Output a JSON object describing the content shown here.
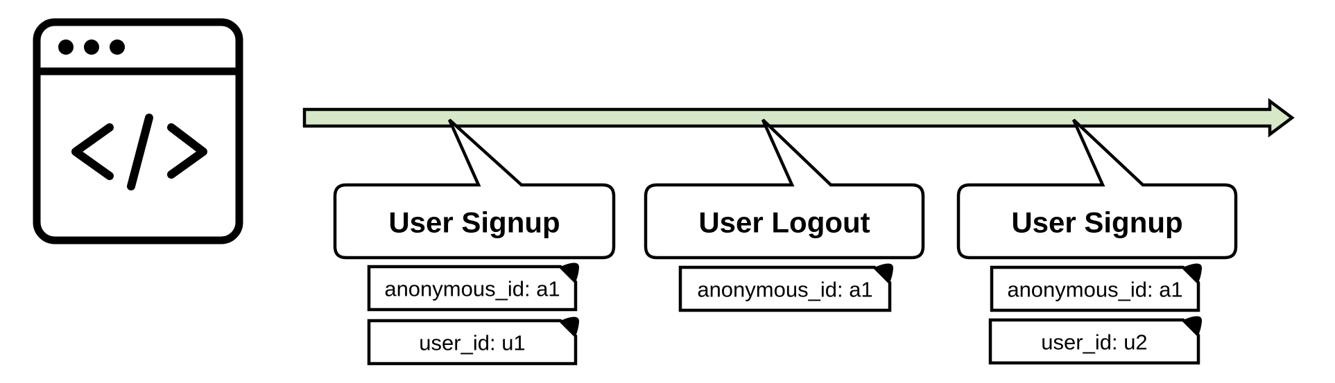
{
  "colors": {
    "timeline_fill": "#d6e8c7",
    "highlight_fill": "#f6b9a9",
    "shape_fill": "#ffffff",
    "stroke": "#000000"
  },
  "icons": {
    "browser_window": "code-browser-window-icon"
  },
  "timeline": {
    "shape": "right-arrow"
  },
  "events": [
    {
      "label": "User Signup",
      "attributes": [
        {
          "text": "anonymous_id: a1",
          "highlighted": false
        },
        {
          "text": "user_id: u1",
          "highlighted": false
        }
      ]
    },
    {
      "label": "User Logout",
      "attributes": [
        {
          "text": "anonymous_id: a1",
          "highlighted": false
        }
      ]
    },
    {
      "label": "User Signup",
      "attributes": [
        {
          "text": "anonymous_id: a1",
          "highlighted": true
        },
        {
          "text": "user_id: u2",
          "highlighted": false
        }
      ]
    }
  ]
}
